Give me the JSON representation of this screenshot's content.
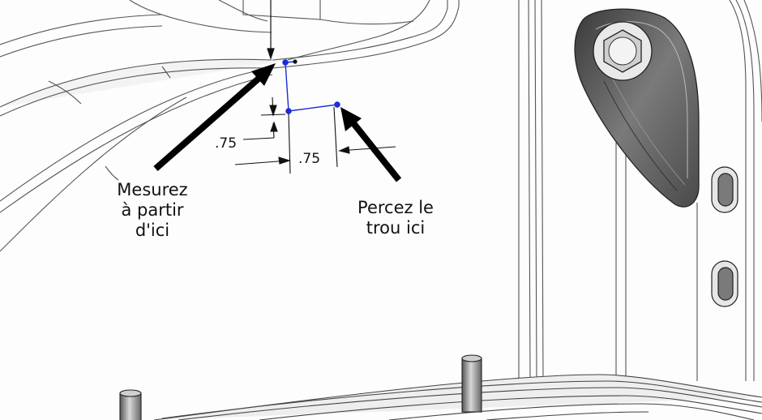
{
  "dimensions": {
    "vertical": ".75",
    "horizontal": ".75"
  },
  "callouts": {
    "measure": [
      "Mesurez",
      "à partir",
      "d'ici"
    ],
    "drill": [
      "Percez le",
      "trou ici"
    ]
  },
  "colors": {
    "sketch_blue": "#1a2bd8",
    "arrow": "#000000",
    "part_edge": "#555555",
    "part_fill": "#f4f4f4",
    "bracket_fill": "#5e5e5e"
  }
}
